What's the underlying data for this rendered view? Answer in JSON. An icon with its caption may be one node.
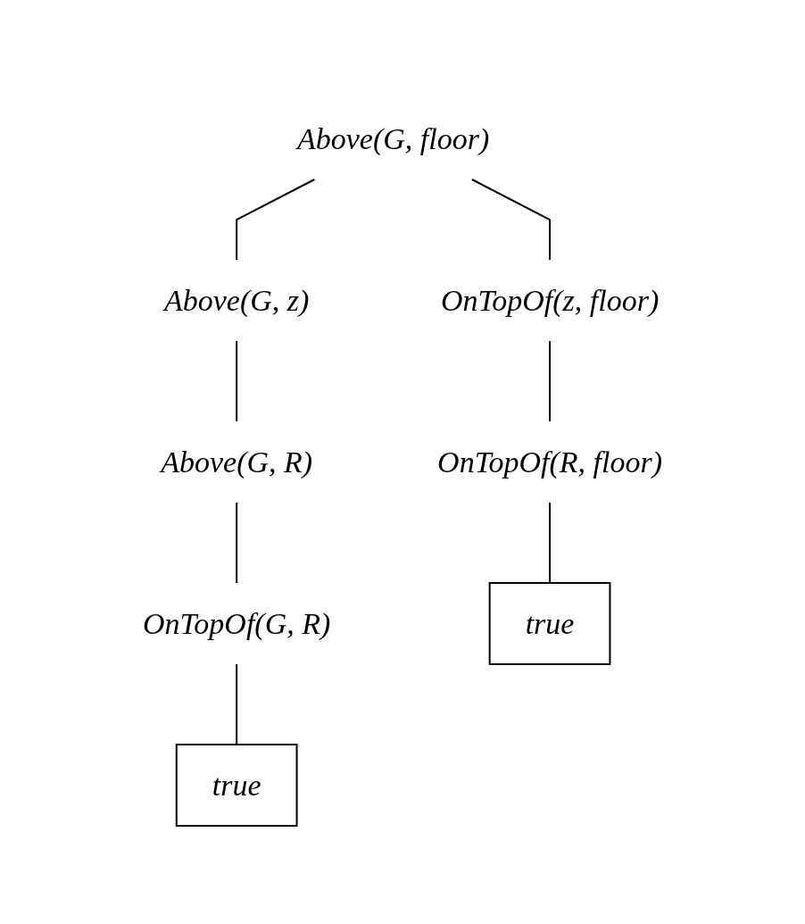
{
  "diagram": {
    "nodes": [
      {
        "text": [
          "Above(G, floor)"
        ]
      },
      {
        "text": [
          "Above(G, z)"
        ]
      },
      {
        "text": [
          "OnTopOf(z, floor)"
        ]
      },
      {
        "text": [
          "Above(G, R)"
        ]
      },
      {
        "text": [
          "OnTopOf(R, floor)"
        ]
      },
      {
        "text": [
          "OnTopOf(G, R)"
        ]
      },
      {
        "text": [
          "true"
        ]
      },
      {
        "text": [
          "true"
        ]
      }
    ],
    "edges": [
      {
        "from": 0,
        "to": 1,
        "arrow": "none"
      },
      {
        "from": 0,
        "to": 2,
        "arrow": "none"
      },
      {
        "from": 1,
        "to": 3,
        "arrow": "none"
      },
      {
        "from": 2,
        "to": 4,
        "arrow": "none"
      },
      {
        "from": 3,
        "to": 5,
        "arrow": "none"
      },
      {
        "from": 4,
        "to": 6,
        "arrow": "none"
      },
      {
        "from": 5,
        "to": 7,
        "arrow": "none"
      }
    ]
  }
}
